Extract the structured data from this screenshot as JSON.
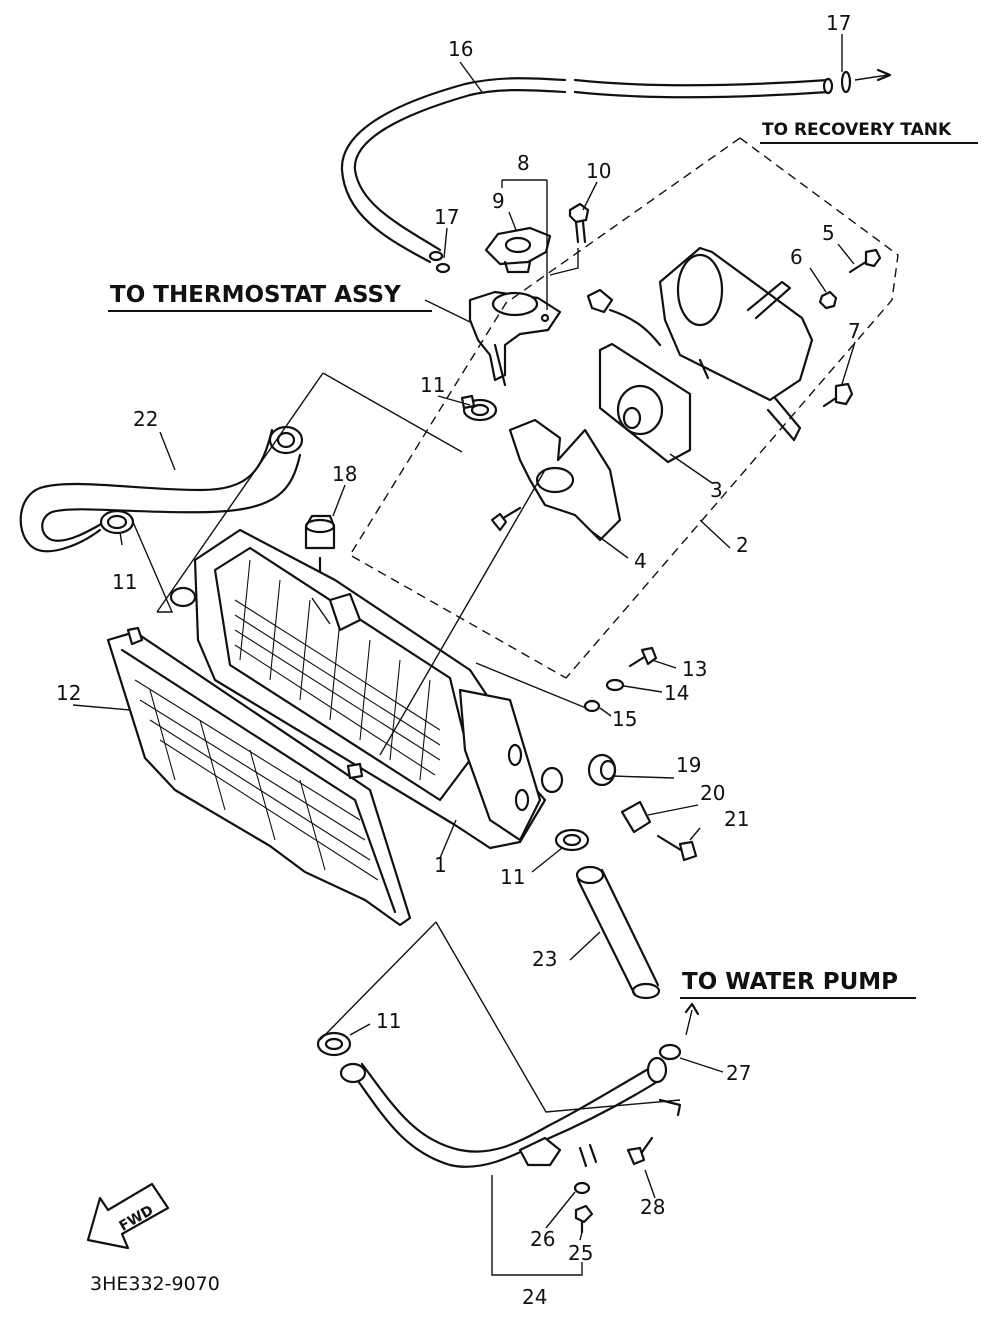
{
  "diagram": {
    "callouts": [
      {
        "id": "c1",
        "text": "1"
      },
      {
        "id": "c2",
        "text": "2"
      },
      {
        "id": "c3",
        "text": "3"
      },
      {
        "id": "c4",
        "text": "4"
      },
      {
        "id": "c5",
        "text": "5"
      },
      {
        "id": "c6",
        "text": "6"
      },
      {
        "id": "c7",
        "text": "7"
      },
      {
        "id": "c8",
        "text": "8"
      },
      {
        "id": "c9",
        "text": "9"
      },
      {
        "id": "c10",
        "text": "10"
      },
      {
        "id": "c11a",
        "text": "11"
      },
      {
        "id": "c11b",
        "text": "11"
      },
      {
        "id": "c11c",
        "text": "11"
      },
      {
        "id": "c11d",
        "text": "11"
      },
      {
        "id": "c12",
        "text": "12"
      },
      {
        "id": "c13",
        "text": "13"
      },
      {
        "id": "c14",
        "text": "14"
      },
      {
        "id": "c15",
        "text": "15"
      },
      {
        "id": "c16",
        "text": "16"
      },
      {
        "id": "c17a",
        "text": "17"
      },
      {
        "id": "c17b",
        "text": "17"
      },
      {
        "id": "c18",
        "text": "18"
      },
      {
        "id": "c19",
        "text": "19"
      },
      {
        "id": "c20",
        "text": "20"
      },
      {
        "id": "c21",
        "text": "21"
      },
      {
        "id": "c22",
        "text": "22"
      },
      {
        "id": "c23",
        "text": "23"
      },
      {
        "id": "c24",
        "text": "24"
      },
      {
        "id": "c25",
        "text": "25"
      },
      {
        "id": "c26",
        "text": "26"
      },
      {
        "id": "c27",
        "text": "27"
      },
      {
        "id": "c28",
        "text": "28"
      }
    ],
    "annotations": {
      "recovery_tank": "TO RECOVERY TANK",
      "thermostat": "TO THERMOSTAT ASSY",
      "water_pump": "TO WATER PUMP",
      "fwd": "FWD"
    },
    "drawing_code": "3HE332-9070"
  }
}
